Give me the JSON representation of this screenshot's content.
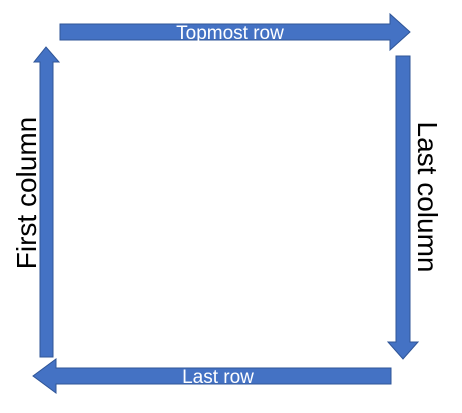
{
  "diagram": {
    "arrow_color": "#4472c4",
    "arrow_border_color": "#2f5597",
    "text_color_on_arrow": "#ffffff",
    "text_color_outside": "#000000",
    "labels": {
      "top": "Topmost row",
      "right": "Last column",
      "bottom": "Last row",
      "left": "First column"
    }
  }
}
